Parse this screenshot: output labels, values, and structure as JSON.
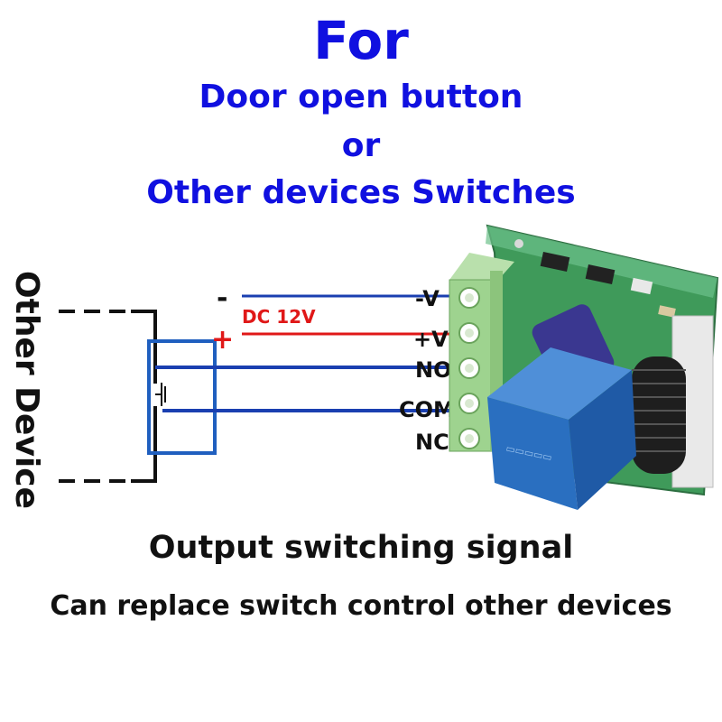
{
  "heading": {
    "for": "For",
    "line1": "Door open button",
    "line2": "or",
    "line3": "Other devices Switches"
  },
  "diagram": {
    "side_label": "Other Device",
    "minus_sign": "-",
    "plus_sign": "+",
    "dc_label": "DC 12V",
    "terminals": [
      "-V",
      "+V",
      "NO",
      "COM",
      "NC"
    ]
  },
  "captions": {
    "main": "Output switching signal",
    "sub": "Can replace switch control other devices"
  },
  "colors": {
    "heading": "#1010e0",
    "wire_blue": "#1a3fb0",
    "wire_red": "#e01818",
    "pcb_green": "#3f9a5a",
    "relay_blue": "#2a6fc0",
    "terminal_green": "#9ed38f"
  }
}
